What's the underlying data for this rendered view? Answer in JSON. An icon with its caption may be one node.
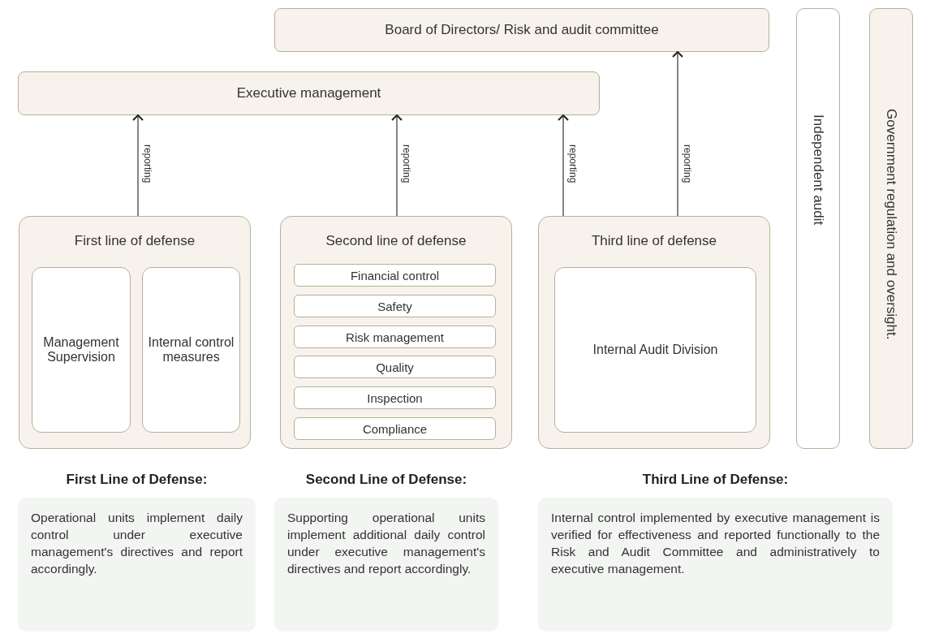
{
  "diagram": {
    "nodes": [
      {
        "text": [
          "Board of Directors/ Risk and audit committee"
        ]
      },
      {
        "text": [
          "Executive management"
        ]
      },
      {
        "text": [
          "First line of defense"
        ]
      },
      {
        "text": [
          "Management Supervision"
        ],
        "in": 2
      },
      {
        "text": [
          "Internal control measures"
        ],
        "in": 2
      },
      {
        "text": [
          "Second line of defense"
        ]
      },
      {
        "text": [
          "Financial control"
        ],
        "in": 5
      },
      {
        "text": [
          "Safety"
        ],
        "in": 5
      },
      {
        "text": [
          "Risk management"
        ],
        "in": 5
      },
      {
        "text": [
          "Quality"
        ],
        "in": 5
      },
      {
        "text": [
          "Inspection"
        ],
        "in": 5
      },
      {
        "text": [
          "Compliance"
        ],
        "in": 5
      },
      {
        "text": [
          "Third line of defense"
        ]
      },
      {
        "text": [
          "Internal Audit Division"
        ],
        "in": 12
      },
      {
        "text": [
          "Independent audit"
        ]
      },
      {
        "text": [
          "Government regulation and oversight."
        ]
      },
      {
        "text": [
          "First Line of Defense:",
          "Operational units implement daily control under executive management's directives and report accordingly."
        ]
      },
      {
        "text": [
          "Second Line of Defense:",
          "Supporting operational units implement additional daily control under executive management's directives and report accordingly."
        ]
      },
      {
        "text": [
          "Third Line of Defense:",
          "Internal control implemented by executive management is verified for effectiveness and reported functionally to the Risk and Audit Committee and administratively to executive management."
        ]
      }
    ],
    "edges": [
      {
        "from": 2,
        "to": 1,
        "arrow": "to",
        "label": "reporting"
      },
      {
        "from": 5,
        "to": 1,
        "arrow": "to",
        "label": "reporting"
      },
      {
        "from": 12,
        "to": 1,
        "arrow": "to",
        "label": "reporting"
      },
      {
        "from": 12,
        "to": 0,
        "arrow": "to",
        "label": "reporting"
      }
    ]
  }
}
